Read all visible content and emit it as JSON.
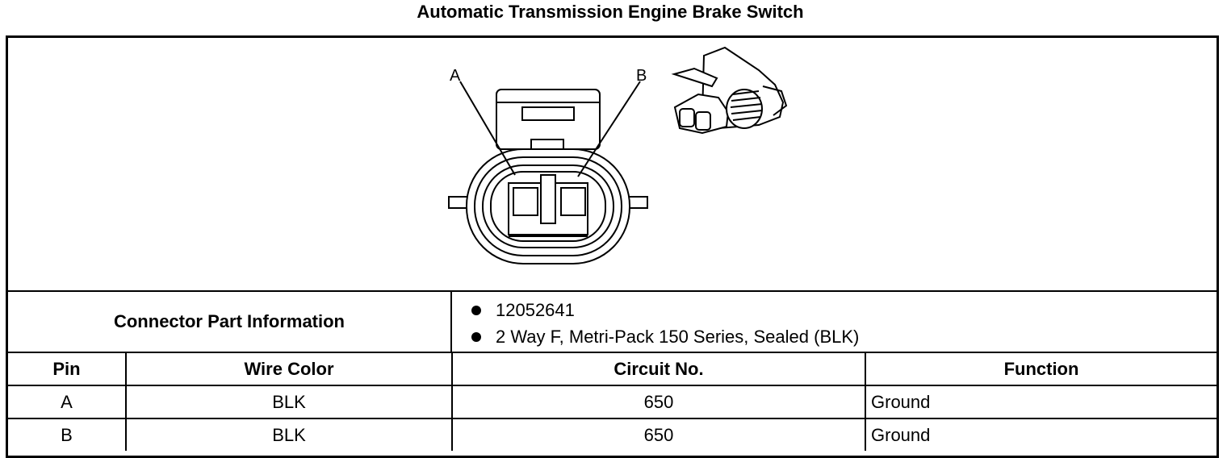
{
  "title": "Automatic Transmission Engine Brake Switch",
  "diagram": {
    "pin_labels": [
      "A",
      "B"
    ]
  },
  "connector_info": {
    "label": "Connector Part Information",
    "items": [
      "12052641",
      "2 Way F, Metri-Pack 150 Series, Sealed (BLK)"
    ]
  },
  "pin_table": {
    "headers": [
      "Pin",
      "Wire Color",
      "Circuit No.",
      "Function"
    ],
    "rows": [
      [
        "A",
        "BLK",
        "650",
        "Ground"
      ],
      [
        "B",
        "BLK",
        "650",
        "Ground"
      ]
    ]
  }
}
